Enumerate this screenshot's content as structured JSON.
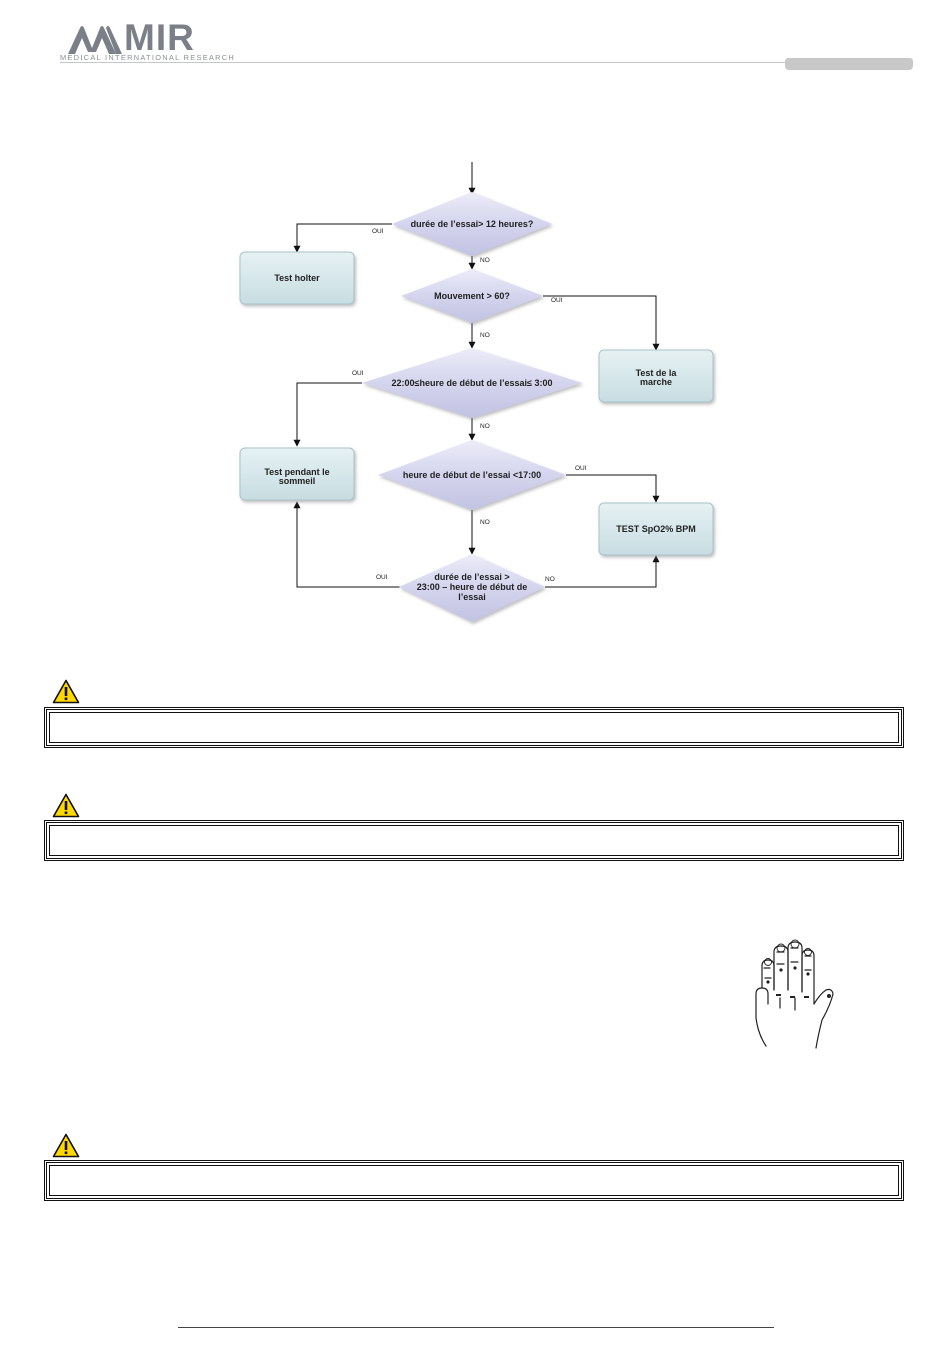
{
  "header": {
    "logo_text": "MIR",
    "logo_subtitle": "MEDICAL INTERNATIONAL RESEARCH"
  },
  "flowchart": {
    "decision_duration_12h": "durée de l’essai> 12 heures?",
    "decision_movement": "Mouvement > 60?",
    "decision_night_line1": "22:00≤heure de début de l’essai≤ 3:00",
    "decision_before_17": "heure de début de l’essai <17:00",
    "decision_duration_line1": "durée de l’essai >",
    "decision_duration_line2": "23:00 – heure de début de",
    "decision_duration_line3": "l’essai",
    "box_holter": "Test holter",
    "box_walk_line1": "Test de la",
    "box_walk_line2": "marche",
    "box_sleep_line1": "Test pendant le",
    "box_sleep_line2": "sommeil",
    "box_spo2": "TEST SpO2% BPM",
    "label_yes": "OUI",
    "label_no": "NO"
  },
  "icons": [
    "warning-triangle-icon",
    "hand-illustration"
  ]
}
